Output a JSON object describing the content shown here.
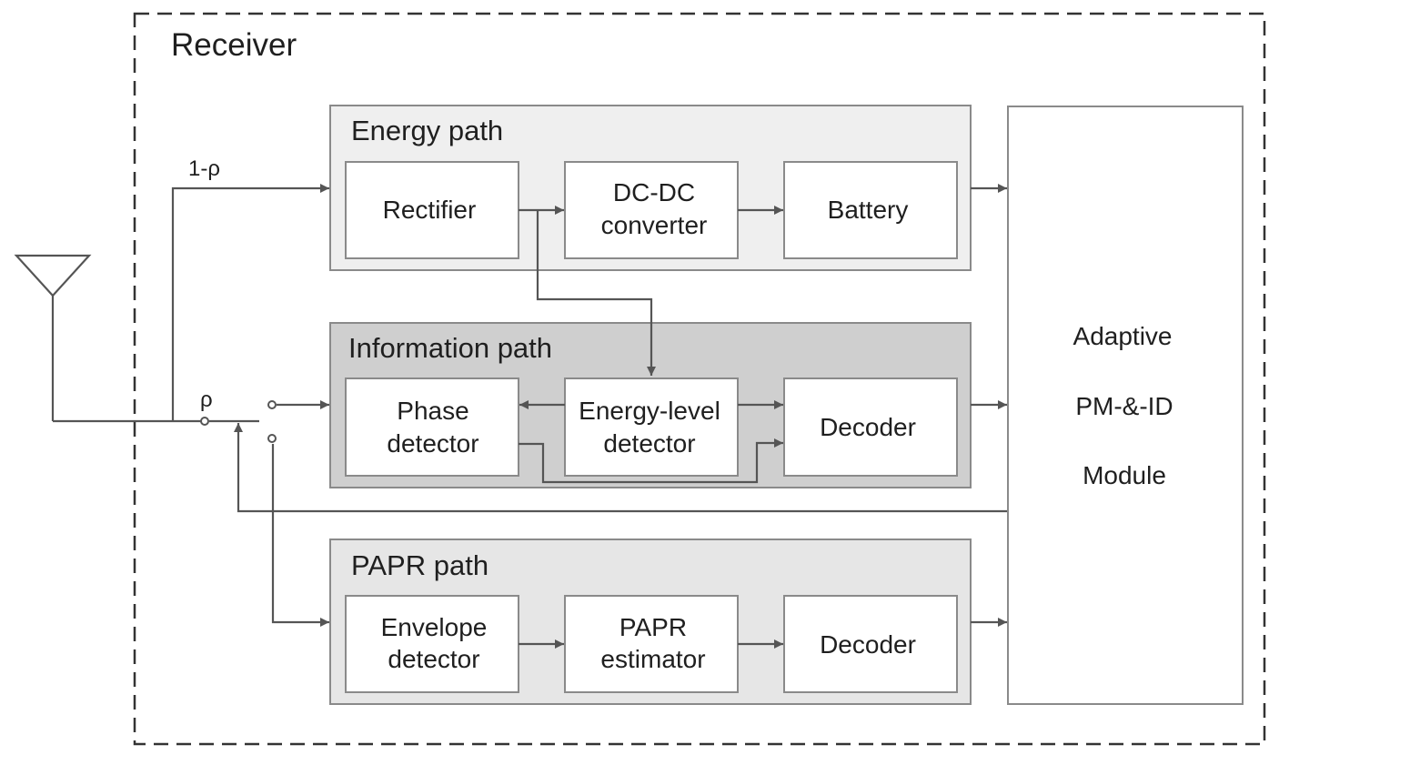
{
  "receiver": {
    "title": "Receiver"
  },
  "split": {
    "energy_ratio": "1-ρ",
    "info_ratio": "ρ"
  },
  "energy_path": {
    "title": "Energy path",
    "blocks": {
      "rectifier": "Rectifier",
      "dcdc_line1": "DC-DC",
      "dcdc_line2": "converter",
      "battery": "Battery"
    }
  },
  "information_path": {
    "title": "Information path",
    "blocks": {
      "phase_line1": "Phase",
      "phase_line2": "detector",
      "energy_level_line1": "Energy-level",
      "energy_level_line2": "detector",
      "decoder": "Decoder"
    }
  },
  "papr_path": {
    "title": "PAPR path",
    "blocks": {
      "envelope_line1": "Envelope",
      "envelope_line2": "detector",
      "papr_line1": "PAPR",
      "papr_line2": "estimator",
      "decoder": "Decoder"
    }
  },
  "module": {
    "line1": "Adaptive",
    "line2": "PM-&-ID",
    "line3": "Module"
  },
  "colors": {
    "energy_group": "#efefef",
    "information_group": "#cfcfcf",
    "papr_group": "#e6e6e6",
    "block_fill": "#ffffff",
    "border": "#8a8a8a",
    "line": "#555555",
    "text": "#1f1f1f"
  }
}
